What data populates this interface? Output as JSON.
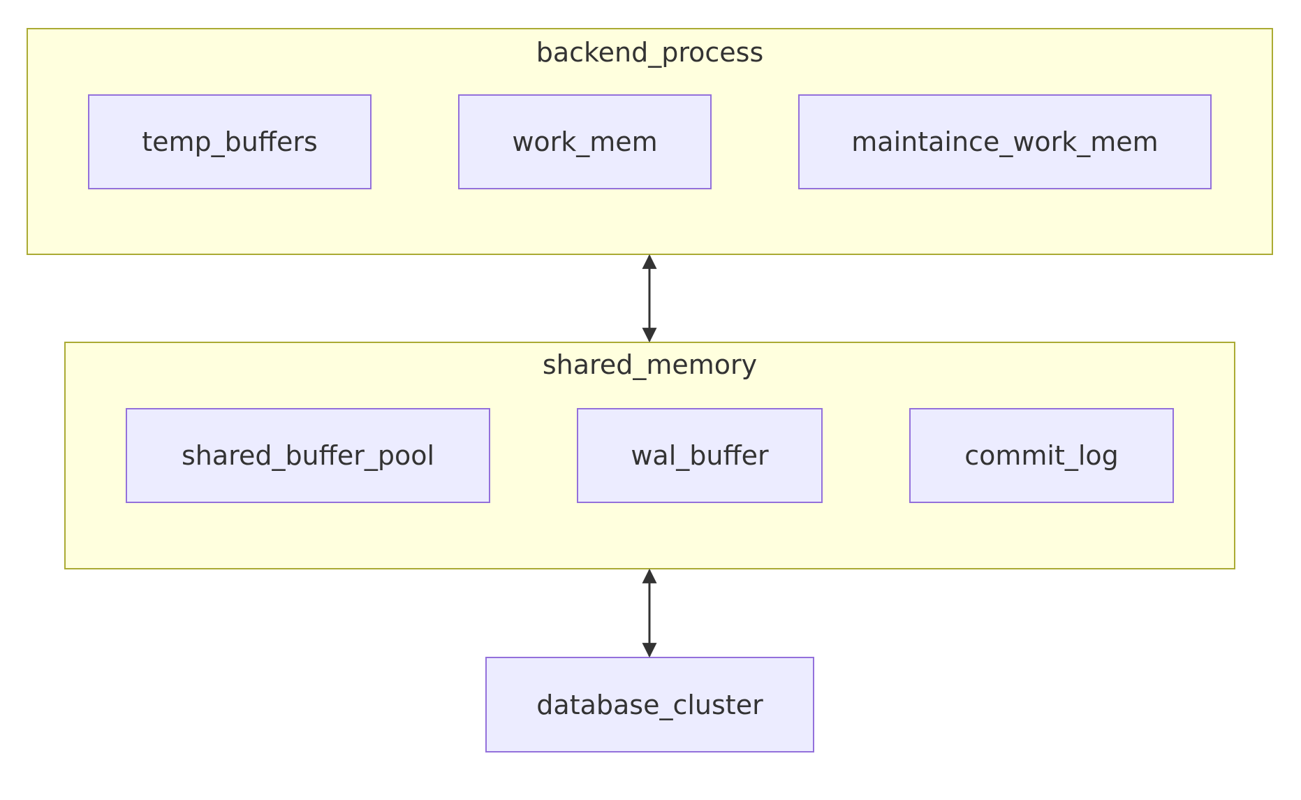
{
  "groups": {
    "backend_process": {
      "title": "backend_process",
      "nodes": [
        "temp_buffers",
        "work_mem",
        "maintaince_work_mem"
      ]
    },
    "shared_memory": {
      "title": "shared_memory",
      "nodes": [
        "shared_buffer_pool",
        "wal_buffer",
        "commit_log"
      ]
    }
  },
  "database_cluster": "database_cluster",
  "edges": [
    {
      "from": "backend_process",
      "to": "shared_memory",
      "direction": "both"
    },
    {
      "from": "shared_memory",
      "to": "database_cluster",
      "direction": "both"
    }
  ],
  "colors": {
    "group_fill": "#ffffde",
    "group_border": "#aaaa33",
    "node_fill": "#ececff",
    "node_border": "#9370db",
    "edge": "#333333",
    "text": "#333333"
  }
}
